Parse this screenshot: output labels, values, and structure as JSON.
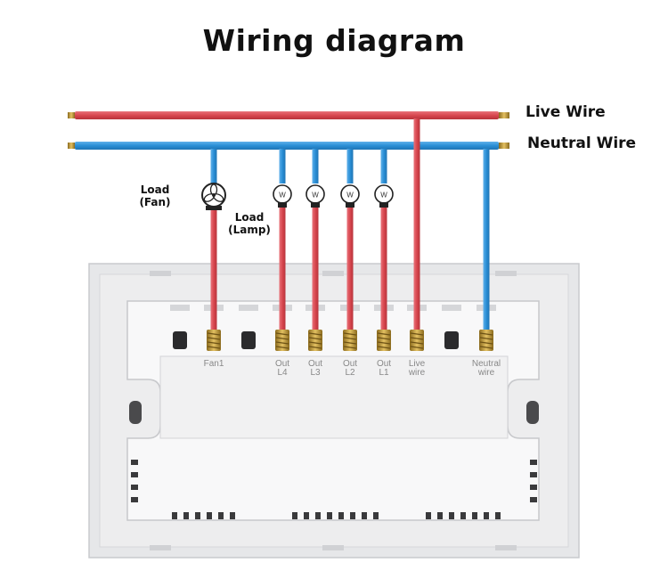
{
  "title": "Wiring diagram",
  "wires": {
    "live_label": "Live Wire",
    "neutral_label": "Neutral Wire",
    "live_color": "#d8474f",
    "neutral_color": "#2a8fd6"
  },
  "loads": {
    "fan_label_1": "Load",
    "fan_label_2": "(Fan)",
    "lamp_label_1": "Load",
    "lamp_label_2": "(Lamp)",
    "bulb_letter": "W"
  },
  "terminals": [
    {
      "line1": "Fan1",
      "line2": ""
    },
    {
      "line1": "Out",
      "line2": "L4"
    },
    {
      "line1": "Out",
      "line2": "L3"
    },
    {
      "line1": "Out",
      "line2": "L2"
    },
    {
      "line1": "Out",
      "line2": "L1"
    },
    {
      "line1": "Live",
      "line2": "wire"
    },
    {
      "line1": "Neutral",
      "line2": "wire"
    }
  ],
  "panel": {
    "color": "#e9eaec",
    "inner_color": "#f7f7f8",
    "connector_color": "#c9a13c"
  }
}
